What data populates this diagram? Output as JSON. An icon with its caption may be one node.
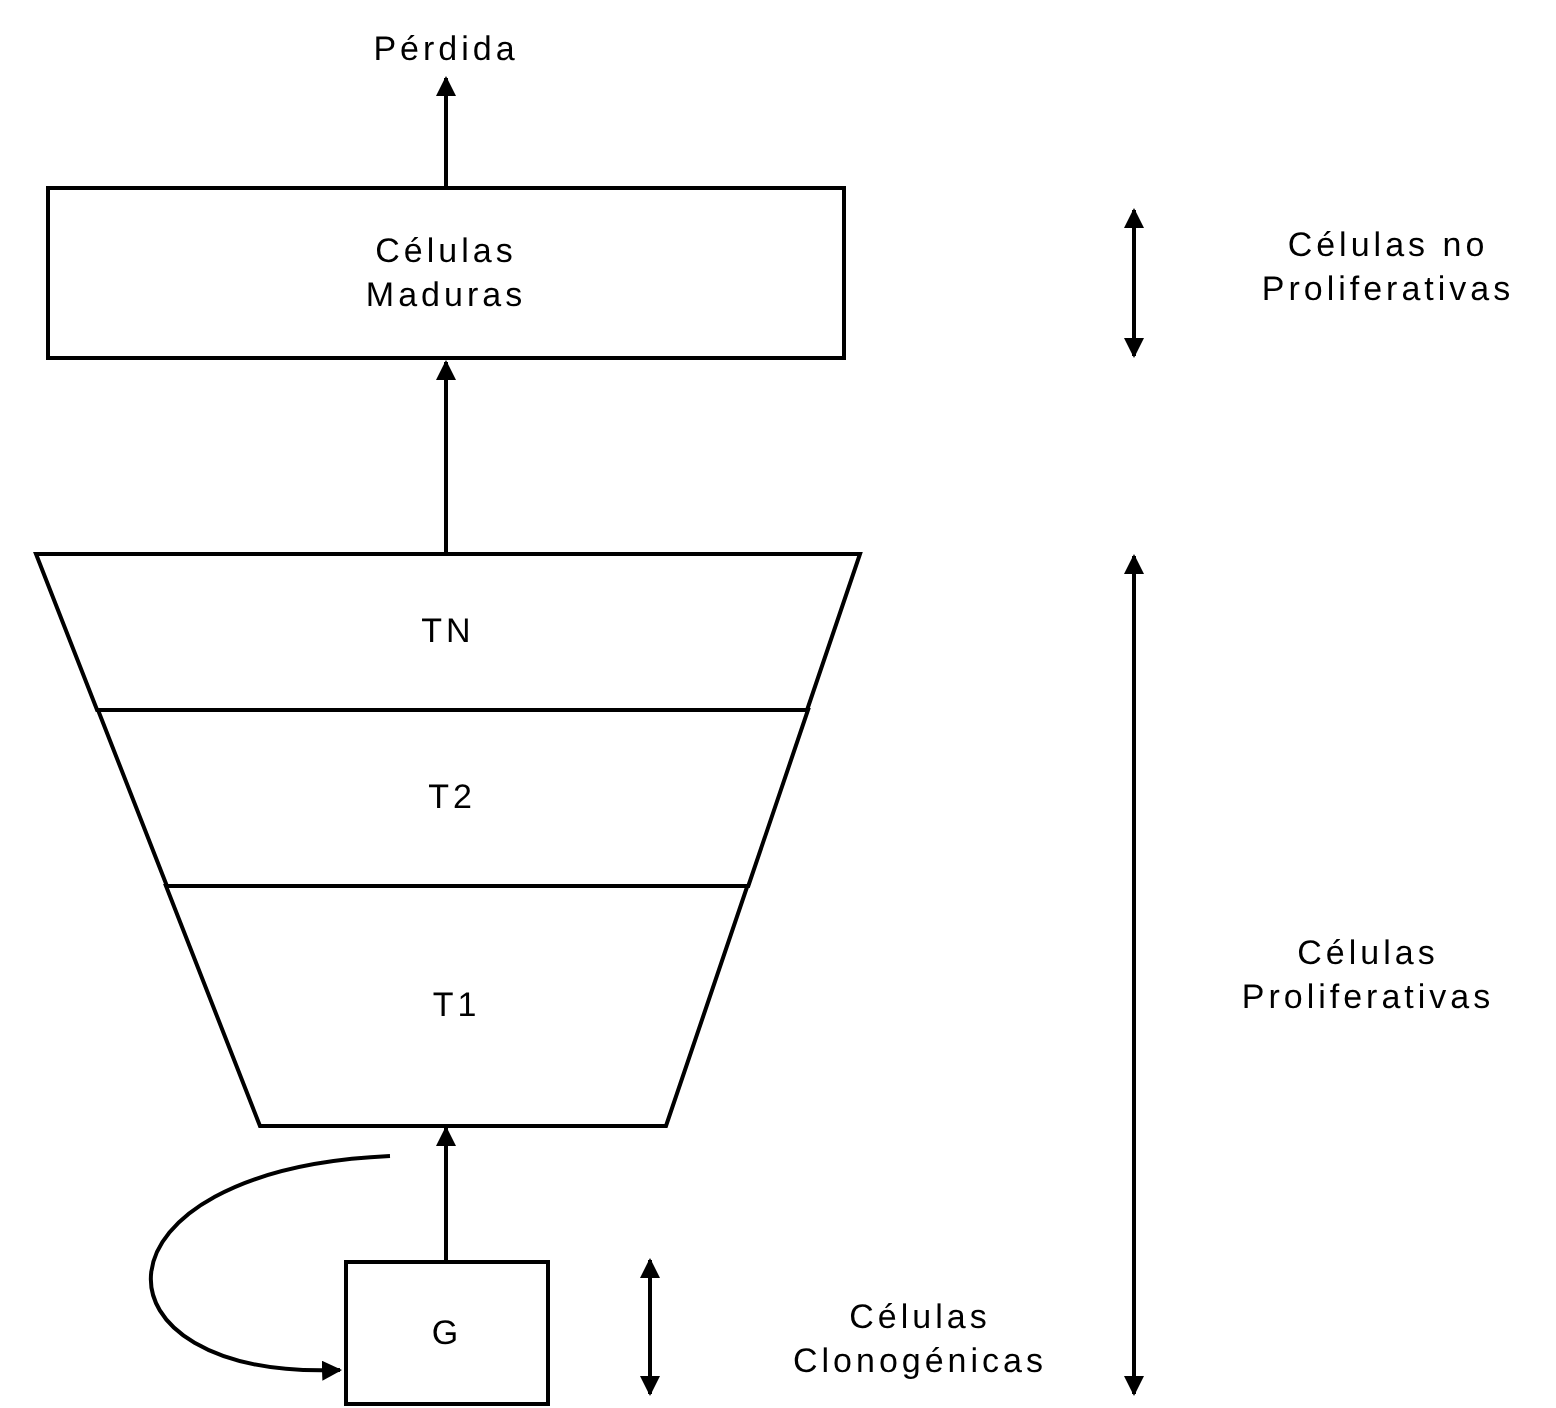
{
  "diagram": {
    "nodes": [
      {
        "text": [
          "Pérdida"
        ]
      },
      {
        "text": [
          "Células Maduras"
        ]
      },
      {
        "text": [
          "TN"
        ]
      },
      {
        "text": [
          "T2"
        ]
      },
      {
        "text": [
          "T1"
        ]
      },
      {
        "text": [
          "G"
        ]
      }
    ],
    "edges": [
      {
        "from": 1,
        "to": 0,
        "arrow": "to"
      },
      {
        "from": 2,
        "to": 1,
        "arrow": "to"
      },
      {
        "from": 5,
        "to": 4,
        "arrow": "to"
      },
      {
        "from": null,
        "to": 5,
        "arrow": "to"
      }
    ],
    "labels": [
      "Células no Proliferativas",
      "Células Proliferativas",
      "Células Clonogénicas"
    ]
  }
}
